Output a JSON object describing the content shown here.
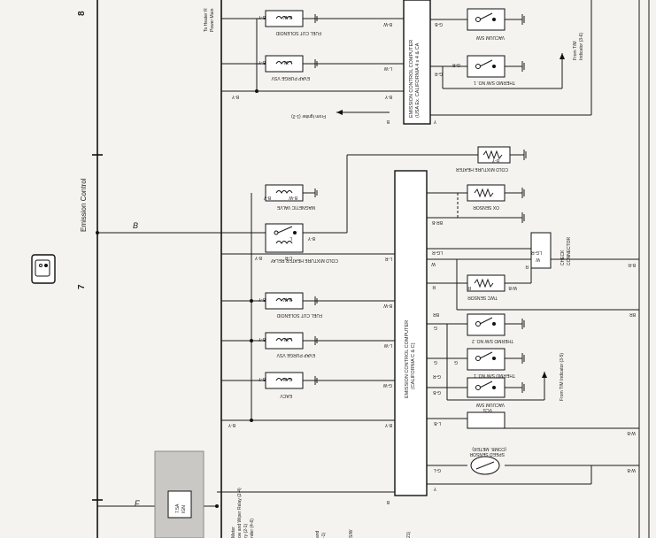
{
  "page": {
    "section_numbers": [
      "8",
      "7"
    ],
    "title": "Emission Control",
    "wire_letters": [
      "B",
      "F"
    ]
  },
  "upper_computer": {
    "title": "EMISSION CONTROL COMPUTER",
    "subtitle": "(USA Ex. CALIFORNIA 4 x 4 & CA"
  },
  "lower_computer": {
    "title": "EMISSION CONTROL COMPUTER",
    "subtitle": "(CALIFORNIA C & C)"
  },
  "components": {
    "fuel_cut_solenoid": "FUEL CUT SOLENOID",
    "evap_purge_vsv": "EVAP PURGE VSV",
    "magnetic_valve": "MAGNETIC VALVE",
    "cold_mixture_heater_relay": "COLD MIXTURE HEATER RELAY",
    "eacv": "EACV",
    "vacuum_sw": "VACUUM S/W",
    "thermo_sw_1": "THERMO S/W NO. 1",
    "thermo_sw_2": "THERMO S/W NO. 2",
    "cold_mixture_heater": "COLD MIXTURE HEATER",
    "ox_sensor": "OX SENSOR",
    "twc_sensor": "TWC SENSOR",
    "vcs": "VCS",
    "speed_sensor": "SPEED SENSOR",
    "speed_sensor_sub": "(COMB. METER)",
    "check_connector_1": "CHECK",
    "check_connector_2": "CONNECTOR"
  },
  "notes": {
    "from_igniter": "From Igniter (1-2)",
    "from_tm_upper_1": "From T/M",
    "from_tm_upper_2": "Indicator (3-6)",
    "from_tm_lower": "From T/M Indicator (3-5)",
    "to_heater_1": "To Heater R",
    "to_heater_2": "Power Main",
    "fuse_1": "7.5A",
    "fuse_2": "IGN",
    "left_note_1": "Meter",
    "left_note_2": "ow and Wiper Relay (2-4)",
    "left_note_3": "ry (2-1)",
    "left_note_4": "nder (4-6)",
    "left_note_5": "and",
    "left_note_6": "-1)",
    "left_note_7": "S/W"
  },
  "wire_codes": {
    "b_w": "B-W",
    "b_y": "B-Y",
    "l_w": "L-W",
    "g_b": "G-B",
    "g_r": "G-R",
    "l_r": "L-R",
    "b_r": "B-R",
    "g_w": "G-W",
    "l_b": "L-B",
    "g_l": "G-L",
    "w_b": "W-B",
    "br": "BR",
    "lg_r": "LG-R",
    "w": "W",
    "r": "R",
    "g": "G",
    "y": "Y",
    "l": "L",
    "b": "B",
    "br_b": "BR-B"
  }
}
